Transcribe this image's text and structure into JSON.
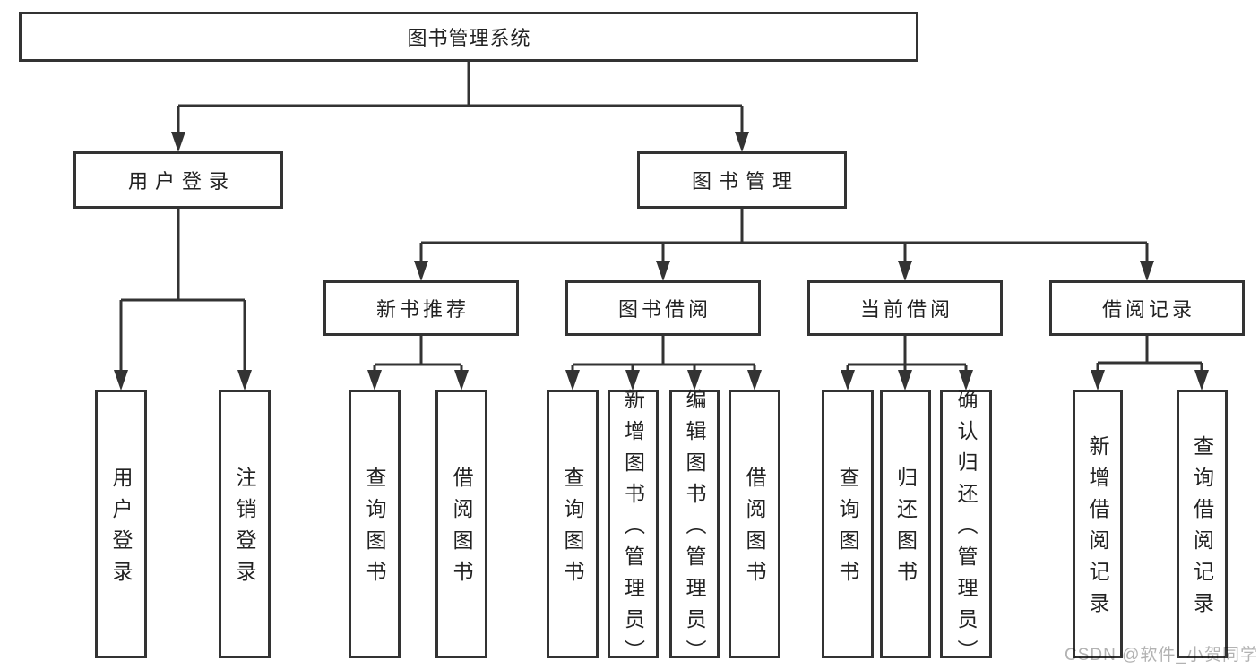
{
  "diagram": {
    "title": "图书管理系统",
    "root": {
      "label": "图书管理系统"
    },
    "level2": [
      {
        "label": "用户登录"
      },
      {
        "label": "图书管理"
      }
    ],
    "level3": [
      {
        "label": "新书推荐",
        "parent": "图书管理"
      },
      {
        "label": "图书借阅",
        "parent": "图书管理"
      },
      {
        "label": "当前借阅",
        "parent": "图书管理"
      },
      {
        "label": "借阅记录",
        "parent": "图书管理"
      }
    ],
    "leaves": [
      {
        "label": "用户登录",
        "parent": "用户登录"
      },
      {
        "label": "注销登录",
        "parent": "用户登录"
      },
      {
        "label": "查询图书",
        "parent": "新书推荐"
      },
      {
        "label": "借阅图书",
        "parent": "新书推荐"
      },
      {
        "label": "查询图书",
        "parent": "图书借阅"
      },
      {
        "label": "新增图书（管理员）",
        "parent": "图书借阅"
      },
      {
        "label": "编辑图书（管理员）",
        "parent": "图书借阅"
      },
      {
        "label": "借阅图书",
        "parent": "图书借阅"
      },
      {
        "label": "查询图书",
        "parent": "当前借阅"
      },
      {
        "label": "归还图书",
        "parent": "当前借阅"
      },
      {
        "label": "确认归还（管理员）",
        "parent": "当前借阅"
      },
      {
        "label": "新增借阅记录",
        "parent": "借阅记录"
      },
      {
        "label": "查询借阅记录",
        "parent": "借阅记录"
      }
    ],
    "colors": {
      "line": "#333333",
      "box_fill": "#ffffff",
      "text": "#222222",
      "watermark": "#b2b2b2"
    }
  },
  "watermark": {
    "text": "CSDN @软件_小贺同学"
  }
}
